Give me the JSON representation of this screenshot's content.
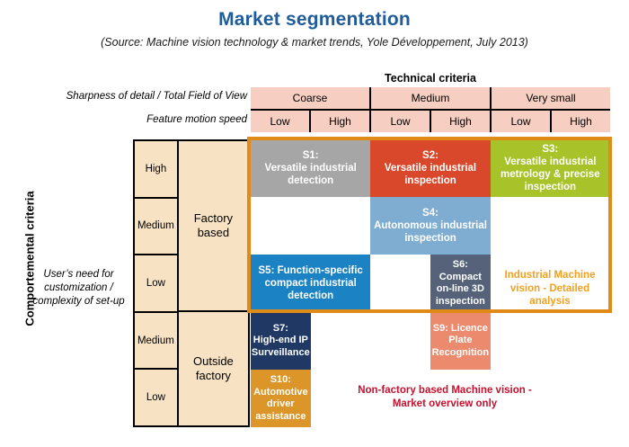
{
  "header": {
    "title": "Market segmentation",
    "subtitle": "(Source: Machine vision technology & market trends, Yole Développement, July 2013)"
  },
  "axes": {
    "technical_criteria_label": "Technical criteria",
    "sharpness_label": "Sharpness of detail / Total Field of View",
    "feature_motion_label": "Feature motion speed",
    "comportemental_criteria_label": "Comportemental criteria",
    "user_need_label": "User’s need for customization / complexity of set-up"
  },
  "columns": {
    "groups": [
      "Coarse",
      "Medium",
      "Very small"
    ],
    "sub": [
      "Low",
      "High",
      "Low",
      "High",
      "Low",
      "High"
    ]
  },
  "rows": {
    "levels": [
      "High",
      "Medium",
      "Low",
      "Medium",
      "Low"
    ],
    "groups": [
      "Factory based",
      "Outside factory"
    ]
  },
  "segments": [
    {
      "id": "S1",
      "code": "S1:",
      "name": "Versatile industrial detection",
      "color": "#a6a6a6",
      "col_start": 1,
      "col_span": 2,
      "row": 1,
      "row_span": 1
    },
    {
      "id": "S2",
      "code": "S2:",
      "name": "Versatile industrial inspection",
      "color": "#d9482b",
      "col_start": 3,
      "col_span": 2,
      "row": 1,
      "row_span": 1
    },
    {
      "id": "S3",
      "code": "S3:",
      "name": "Versatile industrial metrology & precise inspection",
      "color": "#a8c22a",
      "col_start": 5,
      "col_span": 2,
      "row": 1,
      "row_span": 1
    },
    {
      "id": "S4",
      "code": "S4:",
      "name": "Autonomous industrial inspection",
      "color": "#7fadd1",
      "col_start": 3,
      "col_span": 2,
      "row": 2,
      "row_span": 1
    },
    {
      "id": "S5",
      "code": "S5: Function-specific",
      "name": "compact industrial detection",
      "color": "#1b82c4",
      "col_start": 1,
      "col_span": 2,
      "row": 3,
      "row_span": 1
    },
    {
      "id": "S6",
      "code": "S6:",
      "name": "Compact on-line 3D inspection",
      "color": "#55627a",
      "col_start": 4,
      "col_span": 1,
      "row": 3,
      "row_span": 1
    },
    {
      "id": "S7",
      "code": "S7:",
      "name": "High-end IP Surveillance",
      "color": "#1f3864",
      "col_start": 1,
      "col_span": 1,
      "row": 4,
      "row_span": 1
    },
    {
      "id": "S9",
      "code": "S9: Licence",
      "name": "Plate Recognition",
      "color": "#ec8a6e",
      "col_start": 4,
      "col_span": 1,
      "row": 4,
      "row_span": 1
    },
    {
      "id": "S10",
      "code": "S10:",
      "name": "Automotive driver assistance",
      "color": "#dc9528",
      "col_start": 1,
      "col_span": 1,
      "row": 5,
      "row_span": 1
    }
  ],
  "annotations": {
    "industrial_note": "Industrial Machine vision - Detailed analysis",
    "industrial_note_color": "#f2a020",
    "nonfactory_note": "Non-factory based Machine vision - Market overview only",
    "nonfactory_note_color": "#c8102e",
    "highlight_frame_color": "#e08a18"
  }
}
